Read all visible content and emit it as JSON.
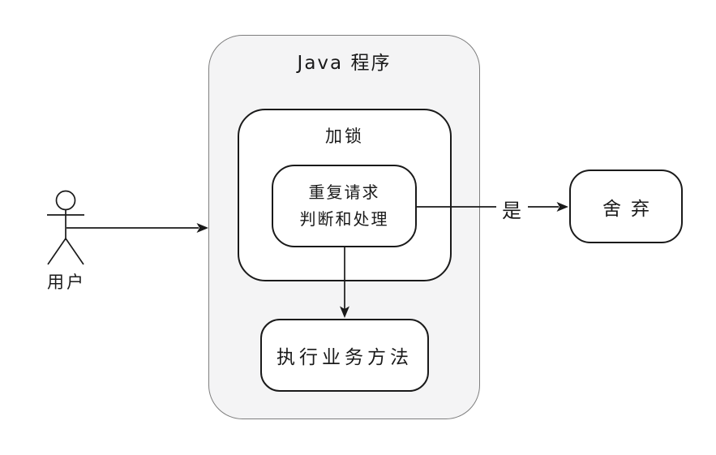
{
  "diagram": {
    "title": "Java 程序",
    "actor": {
      "icon": "stick-figure-actor-icon",
      "label": "用户"
    },
    "nodes": {
      "lock": {
        "label": "加锁"
      },
      "duplicate_check": {
        "line1": "重复请求",
        "line2": "判断和处理"
      },
      "execute": {
        "label": "执行业务方法"
      },
      "discard": {
        "label": "舍弃"
      }
    },
    "edges": {
      "user_to_program": {
        "from": "用户",
        "to": "Java 程序"
      },
      "duplicate_to_discard": {
        "label": "是",
        "from": "重复请求判断和处理",
        "to": "舍弃"
      },
      "duplicate_to_execute": {
        "from": "重复请求判断和处理",
        "to": "执行业务方法"
      }
    },
    "colors": {
      "background": "#ffffff",
      "outer_fill": "#f4f4f5",
      "outer_border": "#7e7e7e",
      "node_fill": "#ffffff",
      "node_border": "#1a1a1a",
      "line": "#1a1a1a",
      "text": "#1a1a1a"
    }
  }
}
